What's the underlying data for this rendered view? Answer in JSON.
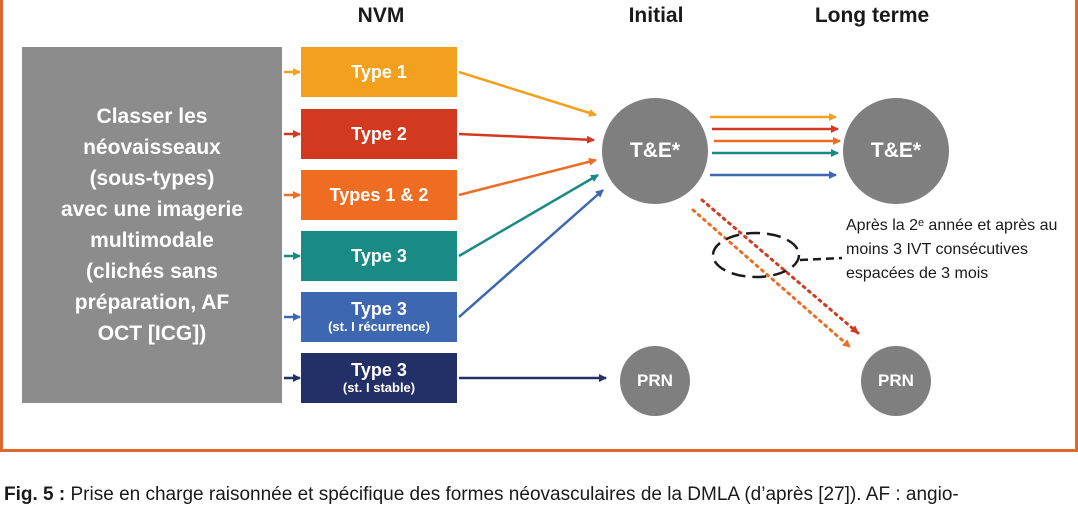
{
  "headers": {
    "nvm": "NVM",
    "initial": "Initial",
    "long_term": "Long terme"
  },
  "grey_box": {
    "text": "Classer les\nnéovaisseaux\n(sous-types)\navec une imagerie\nmultimodale\n(clichés sans\npréparation, AF\nOCT [ICG])"
  },
  "types": [
    {
      "label": "Type 1",
      "sub": "",
      "color": "#f2a01e"
    },
    {
      "label": "Type 2",
      "sub": "",
      "color": "#d2391e"
    },
    {
      "label": "Types 1 & 2",
      "sub": "",
      "color": "#ee6d23"
    },
    {
      "label": "Type 3",
      "sub": "",
      "color": "#1a8a85"
    },
    {
      "label": "Type 3",
      "sub": "(st. I récurrence)",
      "color": "#3e67b1"
    },
    {
      "label": "Type 3",
      "sub": "(st. I stable)",
      "color": "#233068"
    }
  ],
  "circles": {
    "te_initial": "T&E*",
    "te_long": "T&E*",
    "prn_initial": "PRN",
    "prn_long": "PRN"
  },
  "note": "Après la 2ᵉ année et après au moins 3 IVT consécutives espacées de 3 mois",
  "caption": {
    "prefix": "Fig. 5 :",
    "text": " Prise en charge raisonnée et spécifique des formes néovasculaires de la DMLA (d’après [27]). AF : angio-"
  },
  "colors": {
    "frame": "#e0682a",
    "grey": "#8c8c8c",
    "circle": "#7f7f7f"
  }
}
